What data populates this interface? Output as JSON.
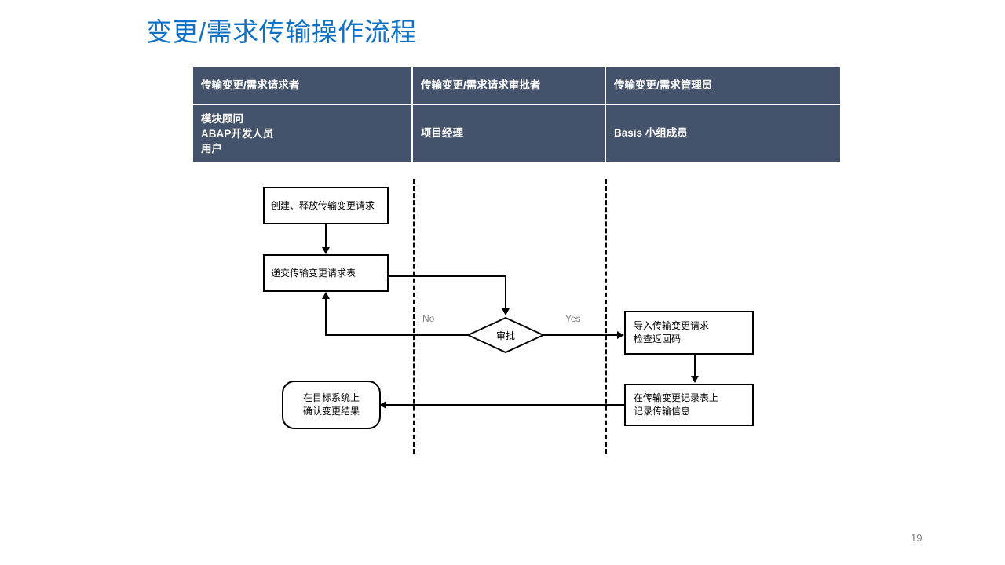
{
  "slide": {
    "title": "变更/需求传输操作流程",
    "page_number": "19",
    "title_color": "#1072C6",
    "table_fill_color": "#44536B",
    "line_color": "#000000",
    "branch_label_color": "#808080"
  },
  "role_table": {
    "headers": [
      "传输变更/需求请求者",
      "传输变更/需求请求审批者",
      "传输变更/需求管理员"
    ],
    "roles": {
      "col1_line1": "模块顾问",
      "col1_line2": "ABAP开发人员",
      "col1_line3": "用户",
      "col2": "项目经理",
      "col3": "Basis 小组成员"
    }
  },
  "flowchart": {
    "nodes": {
      "create_release": "创建、释放传输变更请求",
      "submit_form": "递交传输变更请求表",
      "approval": "审批",
      "import_check": {
        "line1": "导入传输变更请求",
        "line2": "检查返回码"
      },
      "record_log": {
        "line1": "在传输变更记录表上",
        "line2": "记录传输信息"
      },
      "confirm_result": {
        "line1": "在目标系统上",
        "line2": "确认变更结果"
      }
    },
    "branches": {
      "no": "No",
      "yes": "Yes"
    }
  }
}
